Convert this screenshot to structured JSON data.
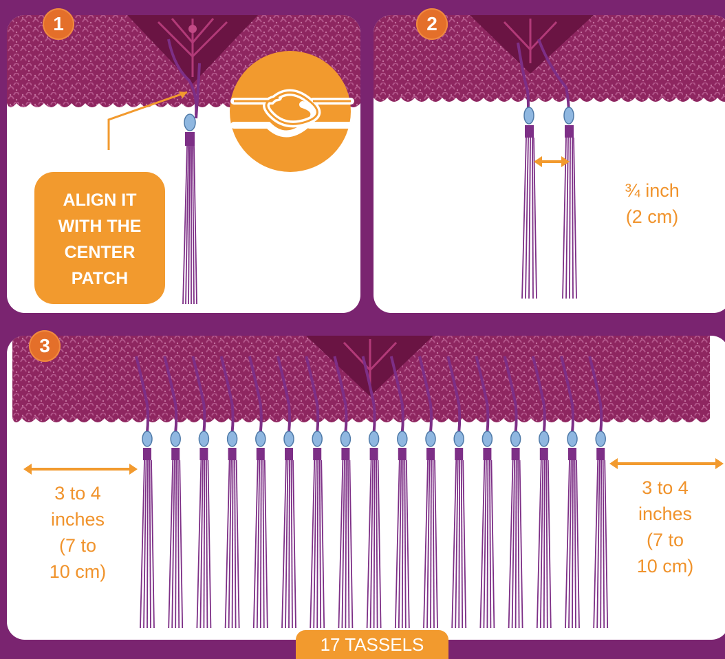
{
  "steps": [
    {
      "number": "1",
      "callout": "ALIGN IT WITH THE CENTER PATCH"
    },
    {
      "number": "2",
      "measure_main": "¾ inch",
      "measure_sub": "(2 cm)"
    },
    {
      "number": "3",
      "left_measure": [
        "3 to 4",
        "inches",
        "(7 to",
        "10 cm)"
      ],
      "right_measure": [
        "3 to 4",
        "inches",
        "(7 to",
        "10 cm)"
      ],
      "footer_label": "17 TASSELS"
    }
  ],
  "colors": {
    "background": "#7a2470",
    "fabric": "#8e2660",
    "patch": "#6a1443",
    "tassel": "#7d2f86",
    "bead": "#8fb7e0",
    "accent": "#f29a2e",
    "badge": "#e46f2a"
  },
  "icons": [
    "square-knot-icon",
    "double-arrow-icon",
    "callout-pointer-line"
  ],
  "tassel_count": 17
}
